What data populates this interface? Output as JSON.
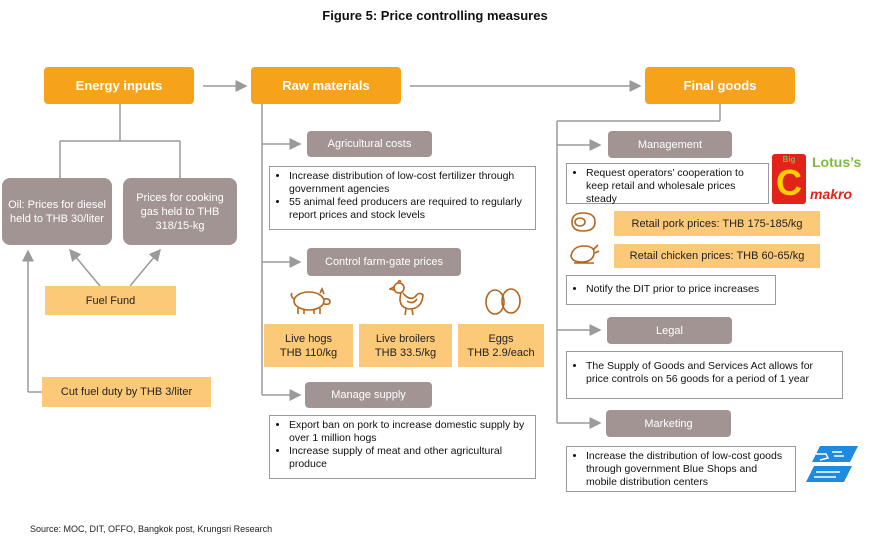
{
  "title": "Figure 5: Price controlling measures",
  "headers": {
    "energy": "Energy inputs",
    "raw": "Raw materials",
    "final": "Final goods"
  },
  "energy": {
    "oil": "Oil: Prices for diesel held to THB 30/liter",
    "gas": "Prices for cooking gas held to THB 318/15-kg",
    "fund": "Fuel Fund",
    "duty": "Cut fuel duty by THB 3/liter"
  },
  "raw": {
    "agri_label": "Agricultural costs",
    "agri_items": [
      "Increase distribution of low-cost fertilizer through government agencies",
      "55 animal feed producers are required to regularly report prices and stock levels"
    ],
    "farm_label": "Control farm-gate prices",
    "hogs": {
      "name": "Live hogs",
      "price": "THB 110/kg"
    },
    "broilers": {
      "name": "Live broilers",
      "price": "THB 33.5/kg"
    },
    "eggs": {
      "name": "Eggs",
      "price": "THB 2.9/each"
    },
    "supply_label": "Manage supply",
    "supply_items": [
      "Export ban on pork to increase domestic supply by over 1 million hogs",
      "Increase supply of meat and other agricultural produce"
    ]
  },
  "final": {
    "mgmt_label": "Management",
    "mgmt_items": [
      "Request operators’ cooperation to keep retail and wholesale prices steady"
    ],
    "pork": "Retail pork prices: THB 175-185/kg",
    "chicken": "Retail chicken prices: THB 60-65/kg",
    "notify": [
      "Notify the DIT prior to price increases"
    ],
    "legal_label": "Legal",
    "legal_items": [
      "The Supply of Goods and Services Act allows for price controls on 56 goods for a period of 1 year"
    ],
    "mkt_label": "Marketing",
    "mkt_items": [
      "Increase the distribution of low-cost goods through government Blue Shops and mobile distribution centers"
    ]
  },
  "logos": {
    "lotus": "Lotus’s",
    "makro": "makro",
    "bigc_top": "Big",
    "bigc_letter": "C"
  },
  "source": "Source: MOC, DIT, OFFO, Bangkok post,  Krungsri Research",
  "colors": {
    "orange": "#f7a21b",
    "grey": "#a39494",
    "peach": "#fcc978"
  }
}
